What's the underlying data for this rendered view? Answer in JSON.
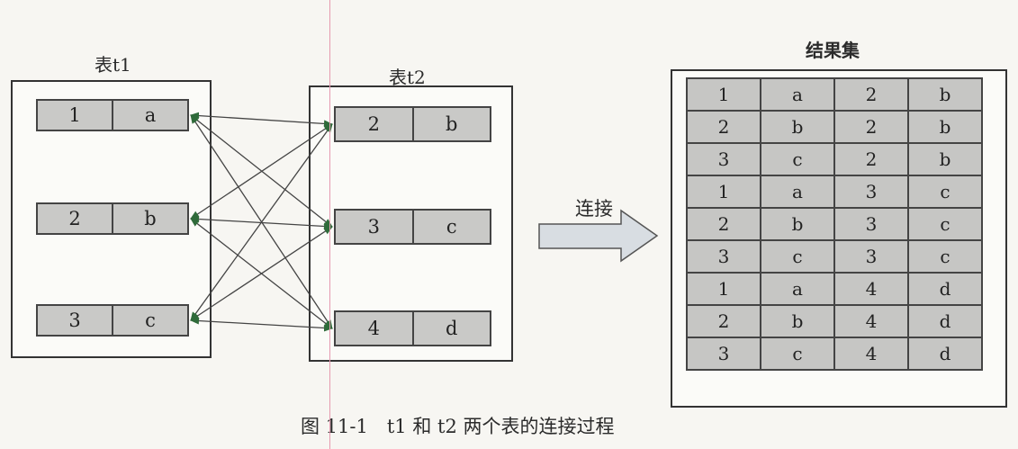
{
  "t1": {
    "title": "表t1",
    "rows": [
      [
        "1",
        "a"
      ],
      [
        "2",
        "b"
      ],
      [
        "3",
        "c"
      ]
    ]
  },
  "t2": {
    "title": "表t2",
    "rows": [
      [
        "2",
        "b"
      ],
      [
        "3",
        "c"
      ],
      [
        "4",
        "d"
      ]
    ]
  },
  "join_label": "连接",
  "result": {
    "title": "结果集",
    "rows": [
      [
        "1",
        "a",
        "2",
        "b"
      ],
      [
        "2",
        "b",
        "2",
        "b"
      ],
      [
        "3",
        "c",
        "2",
        "b"
      ],
      [
        "1",
        "a",
        "3",
        "c"
      ],
      [
        "2",
        "b",
        "3",
        "c"
      ],
      [
        "3",
        "c",
        "3",
        "c"
      ],
      [
        "1",
        "a",
        "4",
        "d"
      ],
      [
        "2",
        "b",
        "4",
        "d"
      ],
      [
        "3",
        "c",
        "4",
        "d"
      ]
    ]
  },
  "caption": "图 11-1　t1 和 t2 两个表的连接过程",
  "colors": {
    "cell_fill": "#c9c9c7",
    "arrow_green": "#2f6b3a",
    "pink_line": "#e69ab0"
  }
}
